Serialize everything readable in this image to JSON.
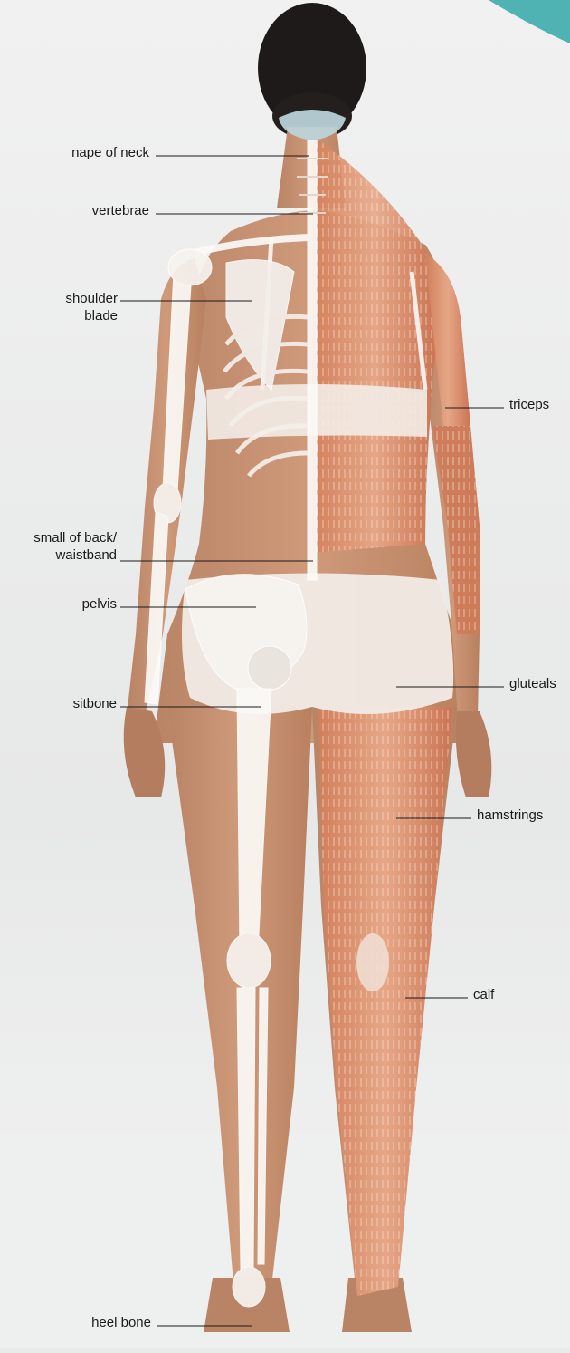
{
  "diagram": {
    "background_color": "#e9eaea",
    "accent_corner_color": "#4fb3b4",
    "skin_color": "#c99574",
    "muscle_color": "#c8714f",
    "bone_color": "#f4f2ee",
    "hair_color": "#1e1a19",
    "line_color": "#1a1a1a",
    "labels": {
      "nape_of_neck": "nape of neck",
      "vertebrae": "vertebrae",
      "shoulder_blade_1": "shoulder",
      "shoulder_blade_2": "blade",
      "small_of_back_1": "small of back/",
      "small_of_back_2": "waistband",
      "pelvis": "pelvis",
      "sitbone": "sitbone",
      "heel_bone": "heel bone",
      "triceps": "triceps",
      "gluteals": "gluteals",
      "hamstrings": "hamstrings",
      "calf": "calf"
    }
  }
}
